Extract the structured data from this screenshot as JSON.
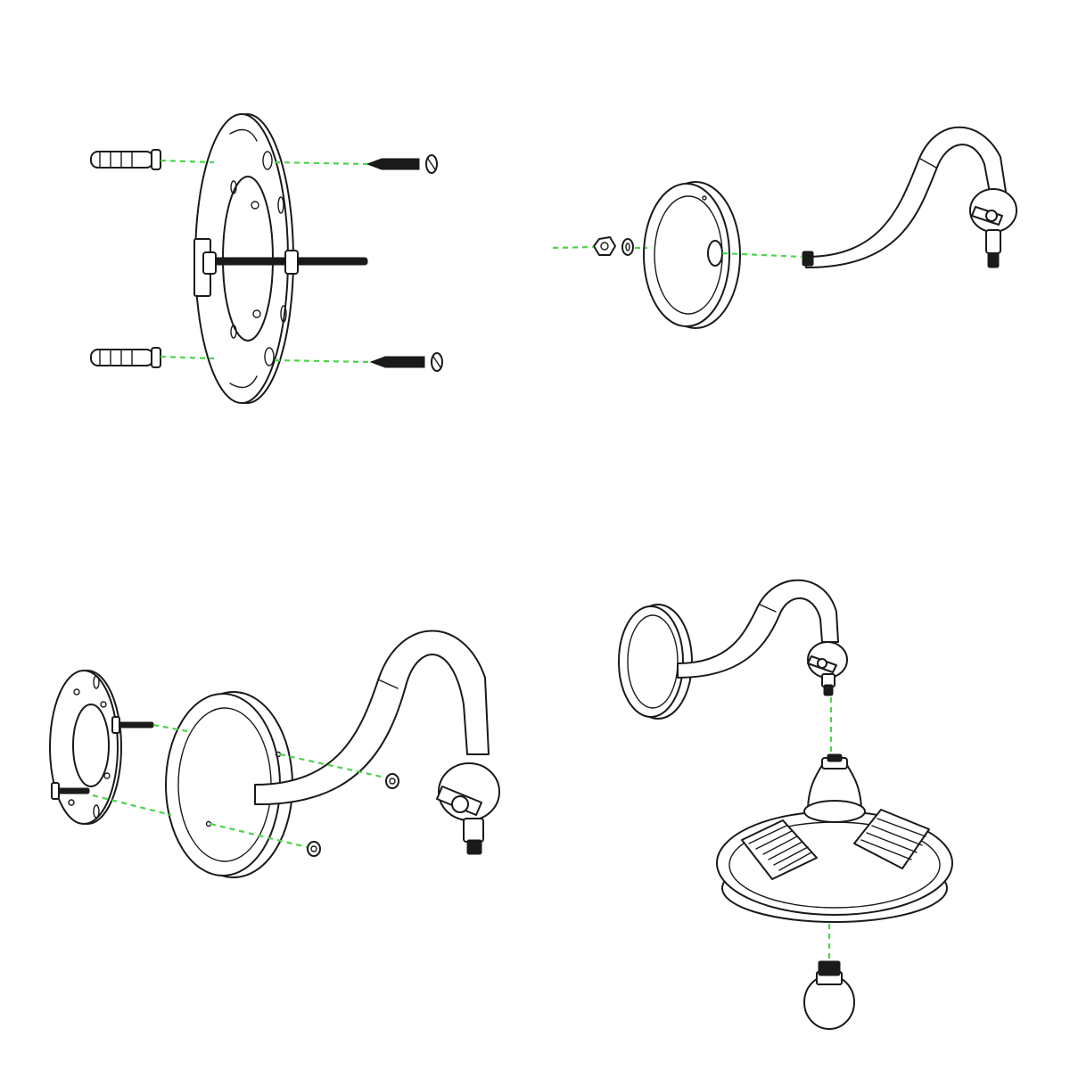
{
  "diagram": {
    "steps": [
      {
        "name": "step-1-mounting-plate"
      },
      {
        "name": "step-2-base-and-arm"
      },
      {
        "name": "step-3-attach-to-plate"
      },
      {
        "name": "step-4-shade-and-bulb"
      }
    ],
    "colors": {
      "guide": "#4cd44c",
      "line": "#1a1a1a",
      "background": "#ffffff"
    }
  }
}
